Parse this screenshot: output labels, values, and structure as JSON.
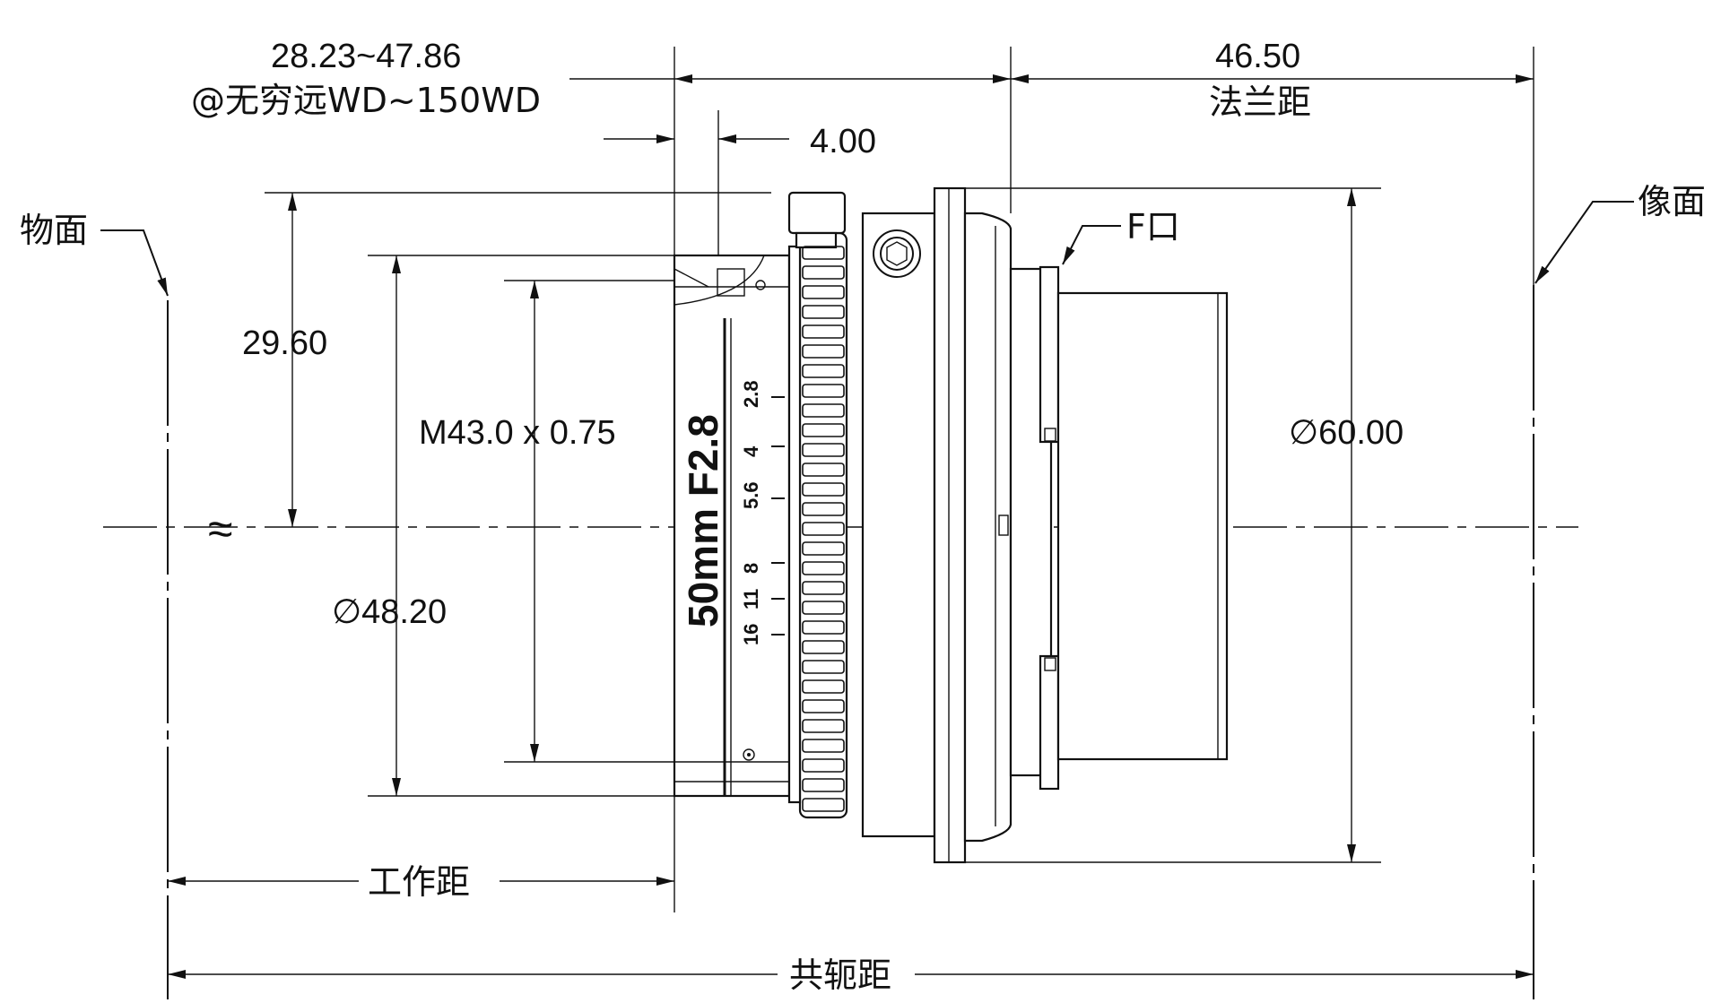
{
  "labels": {
    "working_distance_range": "28.23~47.86",
    "working_distance_condition": "@无穷远WD~150WD",
    "flange_distance_value": "46.50",
    "flange_distance_label": "法兰距",
    "front_offset": "4.00",
    "object_plane": "物面",
    "image_plane": "像面",
    "mount": "F口",
    "half_height": "29.60",
    "thread": "M43.0 x 0.75",
    "front_diameter": "∅48.20",
    "body_diameter": "∅60.00",
    "break_symbol": "≈",
    "working_distance": "工作距",
    "conjugate_distance": "共轭距"
  },
  "lens_engraving": {
    "focal_aperture": "50mm F2.8",
    "aperture_scale": [
      "2.8",
      "4",
      "5.6",
      "8",
      "11",
      "16"
    ]
  }
}
